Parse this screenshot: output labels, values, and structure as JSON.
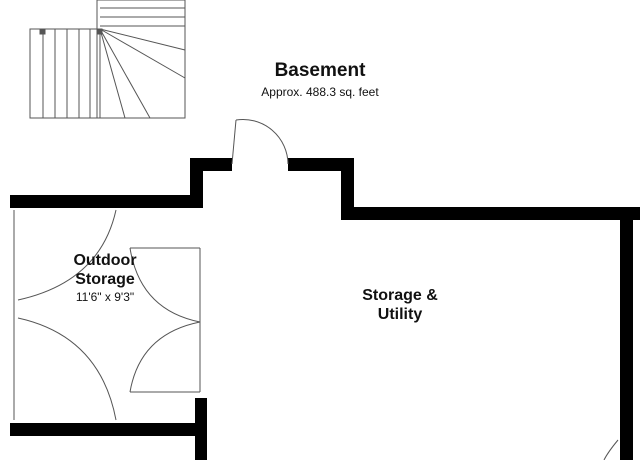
{
  "floor": {
    "title": "Basement",
    "area": "Approx. 488.3 sq. feet"
  },
  "rooms": [
    {
      "name": "Outdoor\nStorage",
      "dimensions": "11'6\" x 9'3\""
    },
    {
      "name": "Storage &\nUtility"
    }
  ],
  "colors": {
    "wall": "#000000",
    "line": "#555555",
    "background": "#ffffff"
  }
}
